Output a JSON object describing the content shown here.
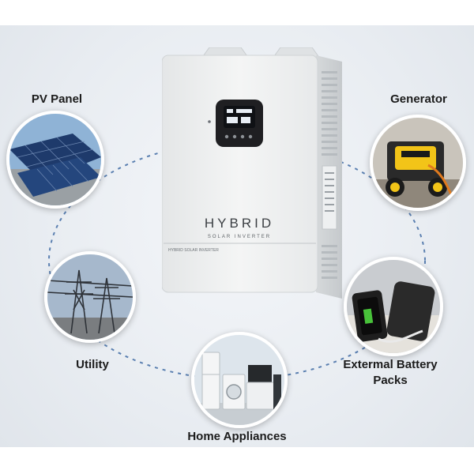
{
  "product": {
    "brand_text": "HYBRID",
    "sub_text": "SOLAR INVERTER",
    "side_label": "HYBRID SOLAR INVERTER"
  },
  "connections": [
    {
      "name": "pv-panel",
      "label": "PV Panel",
      "icon": "solar-panel-photo"
    },
    {
      "name": "generator",
      "label": "Generator",
      "icon": "generator-photo"
    },
    {
      "name": "utility",
      "label": "Utility",
      "icon": "power-tower-photo"
    },
    {
      "name": "external-battery-packs",
      "label_line1": "Extermal Battery",
      "label_line2": "Packs",
      "icon": "power-bank-photo"
    },
    {
      "name": "home-appliances",
      "label": "Home Appliances",
      "icon": "appliances-photo"
    }
  ],
  "colors": {
    "ring_dash": "#5a7fb0",
    "inverter_body": "#f1f2f2",
    "screen": "#1f1f22"
  }
}
